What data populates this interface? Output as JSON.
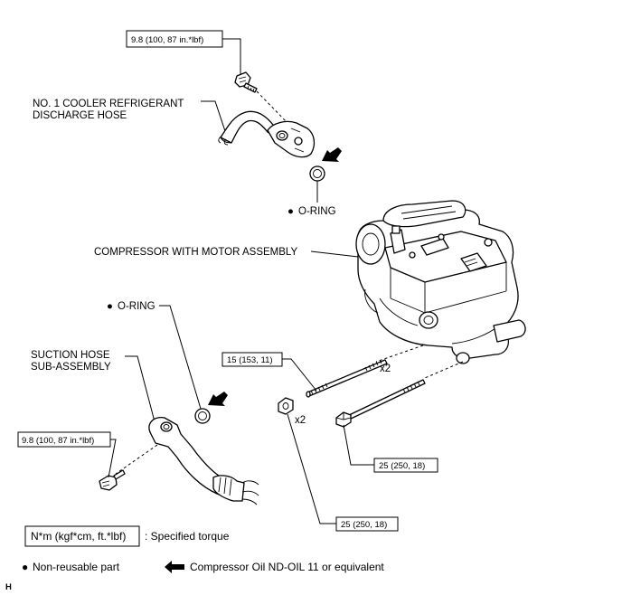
{
  "labels": {
    "discharge_hose": [
      "NO. 1 COOLER REFRIGERANT",
      "DISCHARGE HOSE"
    ],
    "oring_top": "O-RING",
    "compressor": "COMPRESSOR WITH MOTOR ASSEMBLY",
    "oring_left": "O-RING",
    "suction_hose": [
      "SUCTION HOSE",
      "SUB-ASSEMBLY"
    ],
    "qty_bolt": "x2",
    "qty_nut": "x2",
    "corner_mark": "H"
  },
  "torques": {
    "top": "9.8 (100, 87 in.*lbf)",
    "left": "9.8 (100, 87 in.*lbf)",
    "stud": "15 (153, 11)",
    "bolt": "25 (250, 18)",
    "nut": "25 (250, 18)"
  },
  "legend": {
    "torque_unit": "N*m (kgf*cm, ft.*lbf)",
    "torque_desc": ": Specified torque",
    "nonreusable_symbol": "●",
    "nonreusable": "Non-reusable part",
    "oil_text": "Compressor Oil ND-OIL 11 or equivalent"
  },
  "icons": [
    "bullet-icon",
    "arrow-icon"
  ]
}
